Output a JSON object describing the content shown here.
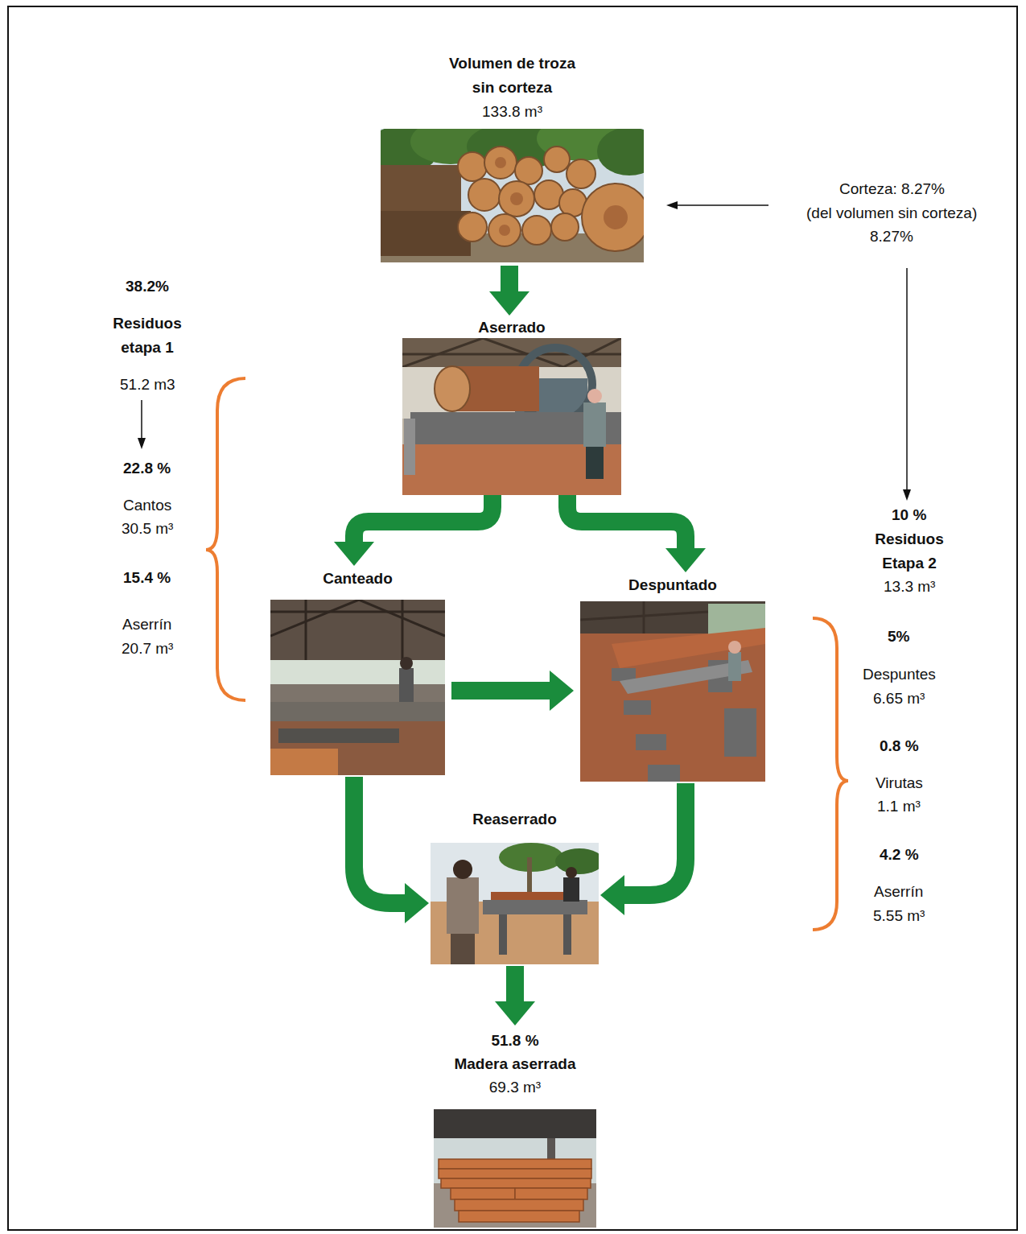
{
  "diagram": {
    "nodes": [
      {
        "text": [
          "Volumen de troza sin corteza",
          "133.8 m³"
        ]
      },
      {
        "text": [
          "Aserrado"
        ]
      },
      {
        "text": [
          "Canteado"
        ]
      },
      {
        "text": [
          "Despuntado"
        ]
      },
      {
        "text": [
          "Reaserrado"
        ]
      },
      {
        "text": [
          "51.8 %",
          "Madera aserrada",
          "69.3 m³"
        ]
      }
    ],
    "edges": [
      {
        "from": 0,
        "to": 1,
        "arrow": "to"
      },
      {
        "from": 1,
        "to": 2,
        "arrow": "to"
      },
      {
        "from": 1,
        "to": 3,
        "arrow": "to"
      },
      {
        "from": 2,
        "to": 3,
        "arrow": "to"
      },
      {
        "from": 2,
        "to": 4,
        "arrow": "to"
      },
      {
        "from": 3,
        "to": 4,
        "arrow": "to"
      },
      {
        "from": 4,
        "to": 5,
        "arrow": "to"
      }
    ],
    "labels": [
      "Corteza: 8.27%",
      "(del volumen sin corteza)",
      "8.27%",
      "38.2%",
      "Residuos etapa 1",
      "51.2 m3",
      "22.8 %",
      "Cantos",
      "30.5 m³",
      "15.4 %",
      "Aserrín",
      "20.7 m³",
      "10 %",
      "Residuos Etapa 2",
      "13.3 m³",
      "5%",
      "Despuntes",
      "6.65 m³",
      "0.8 %",
      "Virutas",
      "1.1 m³",
      "4.2 %",
      "Aserrín",
      "5.55 m³"
    ]
  }
}
